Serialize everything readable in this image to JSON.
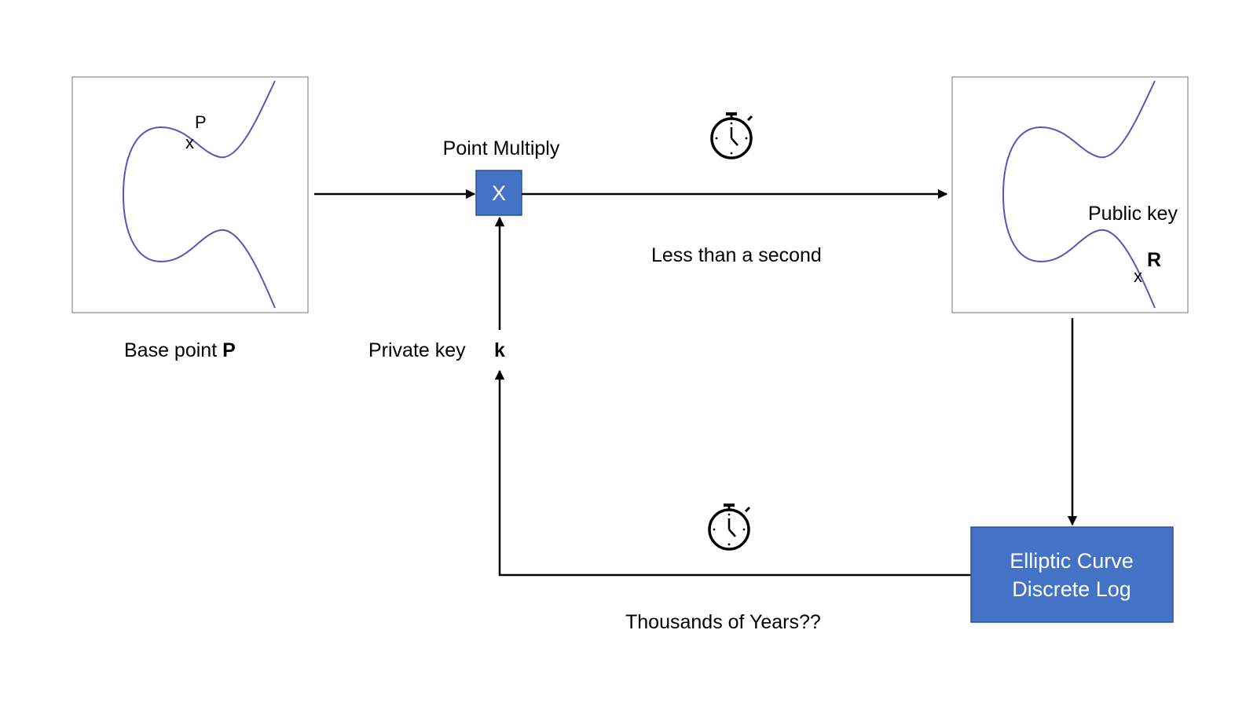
{
  "base_panel": {
    "label": "Base point ",
    "label_bold": "P",
    "point_label": "P",
    "point_marker": "x"
  },
  "operation": {
    "title": "Point Multiply",
    "symbol": "X"
  },
  "private_key": {
    "label": "Private key",
    "label_bold": "k"
  },
  "forward": {
    "caption": "Less than a second",
    "icon": "stopwatch-icon"
  },
  "public_panel": {
    "label": "Public key",
    "point_label": "R",
    "point_marker": "x"
  },
  "discrete_log": {
    "line1": "Elliptic Curve",
    "line2": "Discrete Log"
  },
  "backward": {
    "caption": "Thousands of Years??",
    "icon": "stopwatch-icon"
  },
  "colors": {
    "box_fill": "#4472c4",
    "box_stroke": "#2f528f",
    "curve": "#5a55b5",
    "frame": "#8c8c8c"
  }
}
